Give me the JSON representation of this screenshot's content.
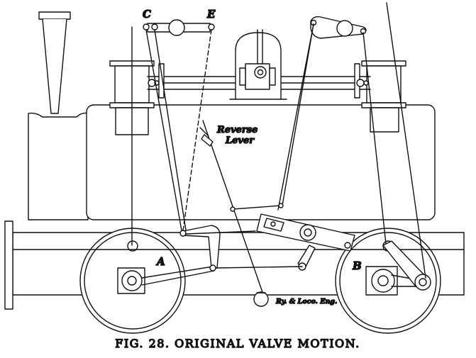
{
  "caption": "FIG. 28.   ORIGINAL VALVE MOTION.",
  "labels": {
    "point_c": "C",
    "point_e": "E",
    "point_a": "A",
    "point_b": "B",
    "reverse_lever_line1": "Reverse",
    "reverse_lever_line2": "Lever",
    "credit": "Ry. & Loco. Eng."
  },
  "colors": {
    "ink": "#111111",
    "paper": "#ffffff"
  }
}
